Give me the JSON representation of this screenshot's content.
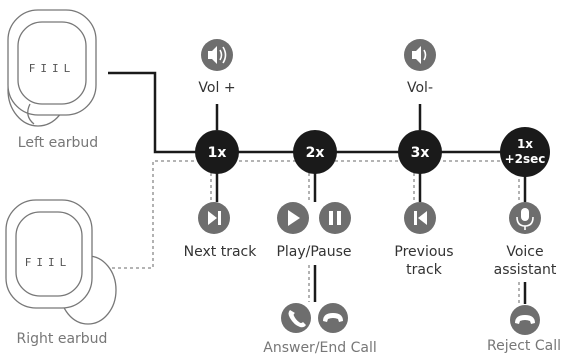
{
  "earbuds": {
    "left_label": "Left earbud",
    "right_label": "Right earbud",
    "brand": "FIIL"
  },
  "nodes": {
    "tap1": "1x",
    "tap2": "2x",
    "tap3": "3x",
    "hold_line1": "1x",
    "hold_line2": "+2sec"
  },
  "labels": {
    "vol_up": "Vol +",
    "vol_down": "Vol-",
    "next_track": "Next track",
    "play_pause": "Play/Pause",
    "previous_track_line1": "Previous",
    "previous_track_line2": "track",
    "voice_assistant_line1": "Voice",
    "voice_assistant_line2": "assistant",
    "answer_end_call": "Answer/End Call",
    "reject_call": "Reject Call"
  },
  "colors": {
    "node_fill": "#1a1a1a",
    "icon_fill": "#6e6e6e",
    "line": "#1a1a1a",
    "dashed_line": "#888888",
    "earbud_outline": "#777777"
  },
  "icons": [
    "volume-up-icon",
    "volume-down-icon",
    "next-track-icon",
    "play-icon",
    "pause-icon",
    "previous-track-icon",
    "microphone-icon",
    "phone-icon",
    "hang-up-icon"
  ]
}
